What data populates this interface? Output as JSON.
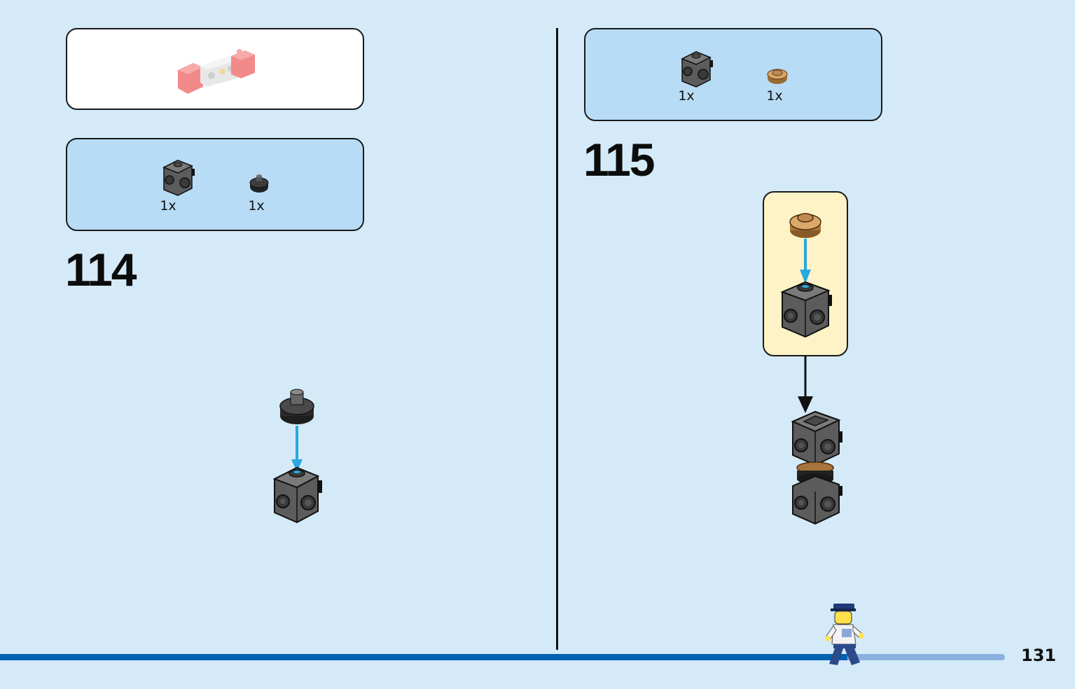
{
  "left_page": {
    "parts": [
      {
        "qty": "1x",
        "icon": "dark-grey-1x1-brick-studs-icon"
      },
      {
        "qty": "1x",
        "icon": "black-round-plate-icon"
      }
    ],
    "step_number": "114"
  },
  "right_page": {
    "parts": [
      {
        "qty": "1x",
        "icon": "dark-grey-1x1-brick-studs-icon"
      },
      {
        "qty": "1x",
        "icon": "pearl-gold-round-plate-icon"
      }
    ],
    "step_number": "115"
  },
  "footer": {
    "page_number": "131"
  },
  "colors": {
    "background": "#d4eaf8",
    "parts_panel": "#b8dcf6",
    "callout": "#fdf3c6",
    "progress_bar": "#0061b0",
    "progress_track": "#8ab0e0",
    "arrow": "#29a8e0"
  }
}
